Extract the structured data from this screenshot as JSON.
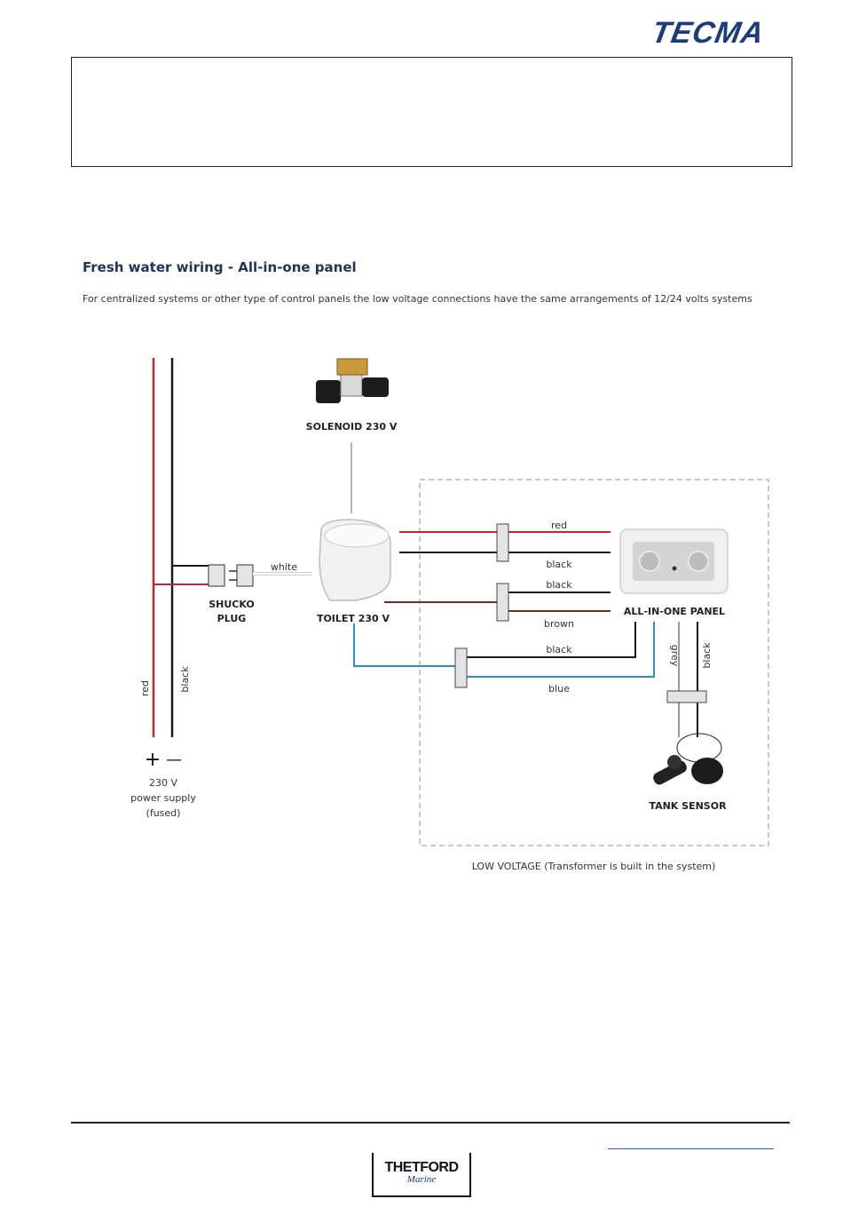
{
  "header": {
    "logo_text": "TECMA"
  },
  "section": {
    "title": "Fresh water wiring - All-in-one panel",
    "description": "For centralized systems or other type of control panels the low voltage connections have the same arrangements of 12/24 volts systems"
  },
  "diagram": {
    "components": {
      "solenoid": "SOLENOID 230 V",
      "shucko_line1": "SHUCKO",
      "shucko_line2": "PLUG",
      "toilet": "TOILET 230 V",
      "panel": "ALL-IN-ONE PANEL",
      "tank_sensor": "TANK SENSOR"
    },
    "wires": {
      "red": "red",
      "black": "black",
      "white": "white",
      "brown": "brown",
      "blue": "blue",
      "grey": "grey"
    },
    "power": {
      "plus": "+",
      "minus": "—",
      "line1": "230 V",
      "line2": "power supply",
      "line3": "(fused)"
    },
    "low_voltage_caption": "LOW VOLTAGE (Transformer is built in the system)",
    "colors": {
      "red": "#c0272d",
      "black": "#1a1a1a",
      "brown": "#7a2a22",
      "blue": "#2c8fd0",
      "grey": "#9a9a9a",
      "dash": "#b5b5b5"
    }
  },
  "footer": {
    "brand": "THETFORD",
    "brand_sub": "Marine"
  }
}
